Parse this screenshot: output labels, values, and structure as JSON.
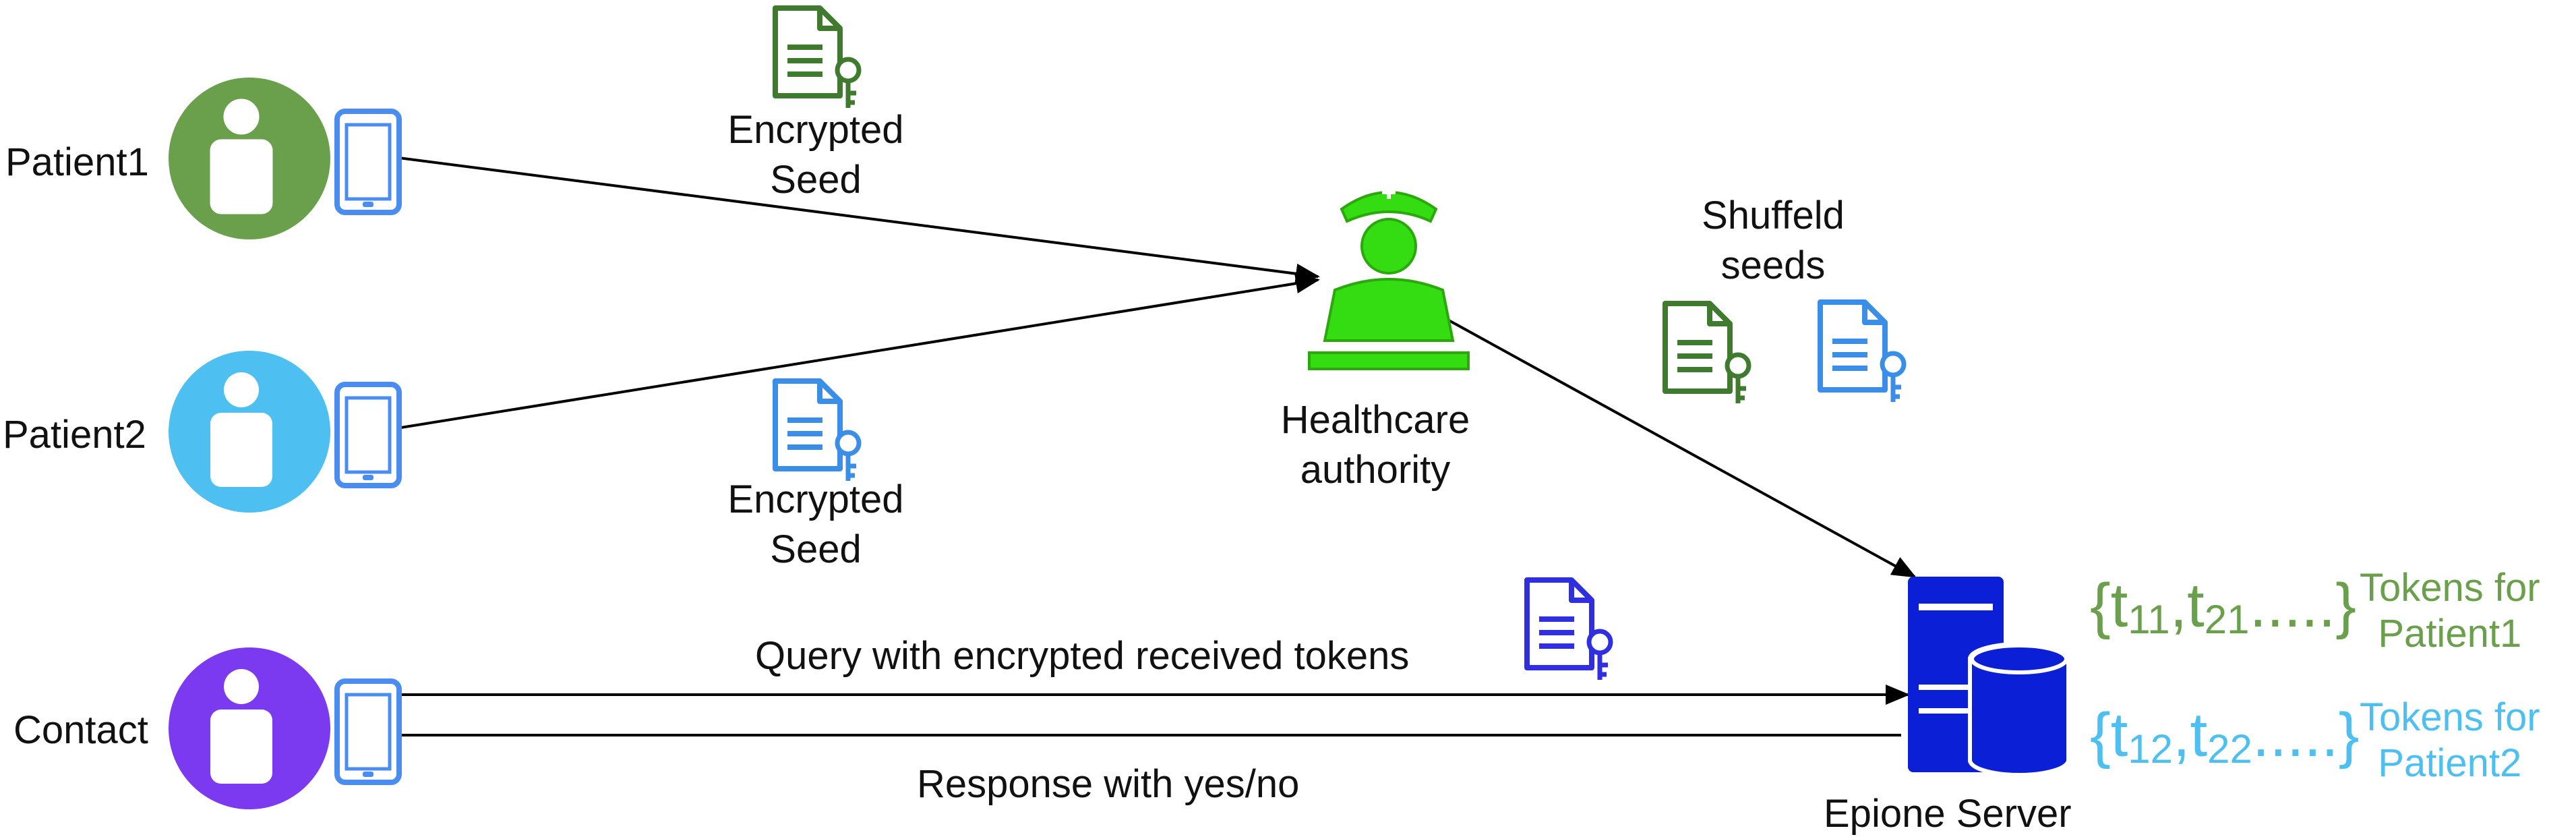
{
  "colors": {
    "patient1": "#6a9f4c",
    "patient2": "#4dbff0",
    "contact": "#7b3af0",
    "device": "#4a8cf0",
    "doc_green": "#3f7a2e",
    "doc_blue": "#3a8ee8",
    "doc_purple": "#2f2fe0",
    "nurse": "#33dd11",
    "server": "#0b1fd6",
    "tokens1": "#6a9f4c",
    "tokens2": "#4dbff0"
  },
  "actors": {
    "patient1": {
      "label": "Patient1",
      "icon": "person-with-phone-icon"
    },
    "patient2": {
      "label": "Patient2",
      "icon": "person-with-phone-icon"
    },
    "contact": {
      "label": "Contact",
      "icon": "person-with-phone-icon"
    },
    "authority": {
      "label_line1": "Healthcare",
      "label_line2": "authority",
      "icon": "nurse-icon"
    },
    "server": {
      "label": "Epione Server",
      "icon": "server-database-icon"
    }
  },
  "messages": {
    "seed1": {
      "line1": "Encrypted",
      "line2": "Seed"
    },
    "seed2": {
      "line1": "Encrypted",
      "line2": "Seed"
    },
    "shuffled": {
      "line1": "Shuffeld",
      "line2": "seeds"
    },
    "query": "Query with encrypted received tokens",
    "response": "Response with yes/no"
  },
  "tokens": {
    "patient1": {
      "open": "{t",
      "sub1": "11",
      "mid": ",t",
      "sub2": "21",
      "close": ".....}",
      "desc1": "Tokens for",
      "desc2": "Patient1"
    },
    "patient2": {
      "open": "{t",
      "sub1": "12",
      "mid": ",t",
      "sub2": "22",
      "close": ".....}",
      "desc1": "Tokens for",
      "desc2": "Patient2"
    }
  }
}
